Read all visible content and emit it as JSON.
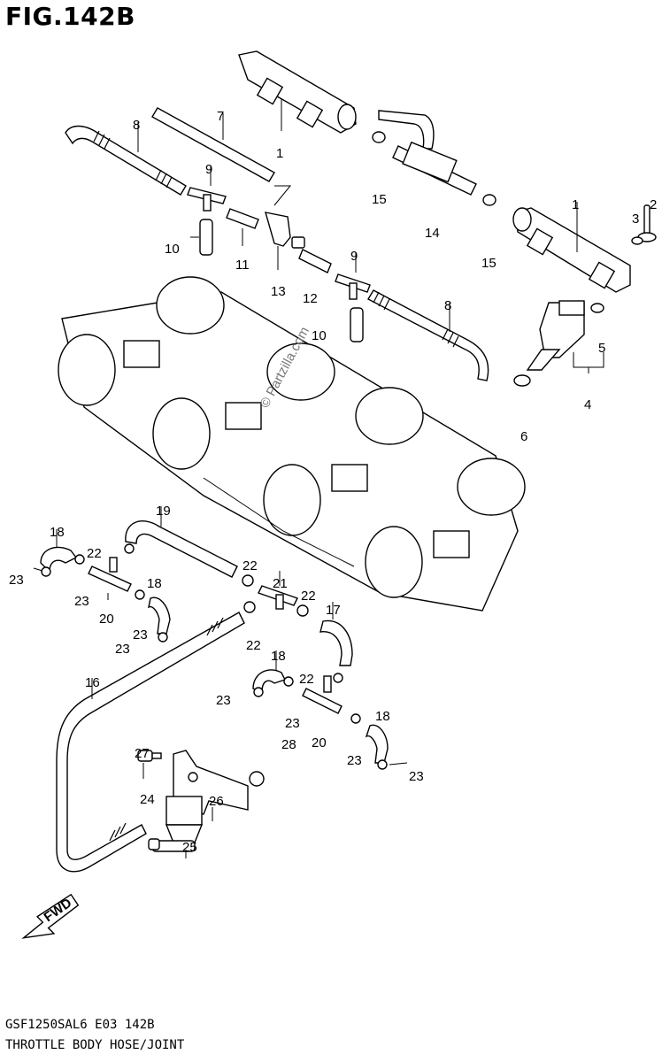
{
  "title": "FIG.142B",
  "footer": {
    "code": "GSF1250SAL6 E03 142B",
    "caption": "THROTTLE BODY HOSE/JOINT"
  },
  "watermark": "© Partzilla.com",
  "fwd_label": "FWD",
  "callouts": [
    "1",
    "7",
    "8",
    "9",
    "10",
    "11",
    "13",
    "12",
    "9",
    "10",
    "8",
    "15",
    "14",
    "15",
    "1",
    "3",
    "2",
    "5",
    "4",
    "6",
    "19",
    "18",
    "22",
    "23",
    "23",
    "20",
    "18",
    "23",
    "23",
    "22",
    "21",
    "22",
    "22",
    "17",
    "16",
    "18",
    "23",
    "22",
    "23",
    "20",
    "18",
    "23",
    "23",
    "27",
    "28",
    "26",
    "24",
    "25"
  ]
}
